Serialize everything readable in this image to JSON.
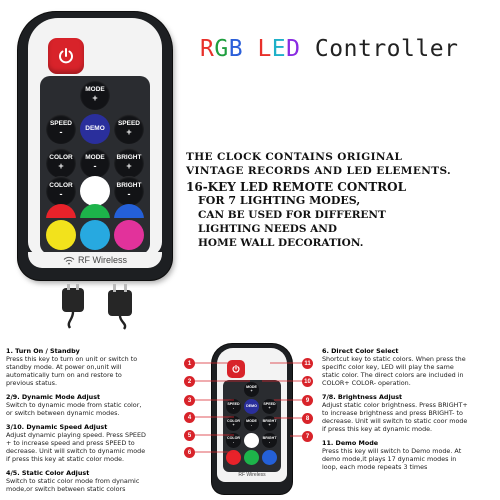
{
  "title": {
    "letters": [
      {
        "ch": "R",
        "color": "#e8302a"
      },
      {
        "ch": "G",
        "color": "#1e9e3e"
      },
      {
        "ch": "B",
        "color": "#2b5fd9"
      },
      {
        "ch": " ",
        "color": "#000000"
      },
      {
        "ch": "L",
        "color": "#e8302a"
      },
      {
        "ch": "E",
        "color": "#1eb0c8"
      },
      {
        "ch": "D",
        "color": "#8a2be2"
      },
      {
        "ch": " ",
        "color": "#000000"
      },
      {
        "ch": "C",
        "color": "#222222"
      },
      {
        "ch": "o",
        "color": "#222222"
      },
      {
        "ch": "n",
        "color": "#222222"
      },
      {
        "ch": "t",
        "color": "#222222"
      },
      {
        "ch": "r",
        "color": "#222222"
      },
      {
        "ch": "o",
        "color": "#222222"
      },
      {
        "ch": "l",
        "color": "#222222"
      },
      {
        "ch": "l",
        "color": "#222222"
      },
      {
        "ch": "e",
        "color": "#222222"
      },
      {
        "ch": "r",
        "color": "#222222"
      }
    ]
  },
  "description": [
    "THE CLOCK CONTAINS ORIGINAL",
    "VINTAGE RECORDS AND LED ELEMENTS.",
    "16-KEY LED REMOTE CONTROL",
    "FOR 7 LIGHTING MODES,",
    "CAN BE USED FOR DIFFERENT",
    "LIGHTING NEEDS AND",
    "HOME WALL DECORATION."
  ],
  "remote": {
    "mode_label": "MODE",
    "speed_label": "SPEED",
    "demo_label": "DEMO",
    "color_label": "COLOR",
    "bright_label": "BRIGHT",
    "plus": "+",
    "minus": "-",
    "rf_label": "RF Wireless",
    "colors": {
      "red": "#e8222a",
      "green": "#1db34a",
      "blue": "#2460d8",
      "white": "#ffffff",
      "yellow": "#f2e21c",
      "cyan": "#27a9e0",
      "pink": "#e2329b",
      "demo": "#2a2f9c",
      "power": "#d8232a"
    }
  },
  "callouts": [
    "1",
    "2",
    "3",
    "4",
    "5",
    "6",
    "7",
    "8",
    "9",
    "10",
    "11"
  ],
  "notes_left": [
    {
      "heading": "1. Turn On / Standby",
      "body": [
        "Press this key to turn on unit or switch to",
        "standby mode. At power on,unit will",
        "automatically turn on and restore to",
        "previous status."
      ]
    },
    {
      "heading": "2/9. Dynamic Mode Adjust",
      "body": [
        "Switch to dynamic mode from static color,",
        "or switch between dynamic modes."
      ]
    },
    {
      "heading": "3/10. Dynamic Speed Adjust",
      "body": [
        "Adjust dynamic playing speed. Press SPEED",
        "+ to increase speed and press SPEED to",
        "decrease. Unit will switch to dynamic mode",
        "if press this key at static color mode."
      ]
    },
    {
      "heading": "4/5. Static Color Adjust",
      "body": [
        "Switch to static color mode from dynamic",
        "mode,or switch between static colors"
      ]
    }
  ],
  "notes_right": [
    {
      "heading": "6. Direct Color Select",
      "body": [
        "Shortcut key to static colors. When press the",
        "specific color key, LED will play the same",
        "static color. The direct colors are included in",
        "COLOR+ COLOR- operation."
      ]
    },
    {
      "heading": "7/8. Brightness Adjust",
      "body": [
        "Adjust static color brightness. Press BRIGHT+",
        "to increase brightness and press BRIGHT- to",
        "decrease. Unit will switch to static coor mode",
        "if press this key at dynamic mode."
      ]
    },
    {
      "heading": "11. Demo Mode",
      "body": [
        "Press this key will switch to Demo mode. At",
        "demo mode,it plays 17 dynamic modes in",
        "loop, each mode repeats 3 times"
      ]
    }
  ]
}
